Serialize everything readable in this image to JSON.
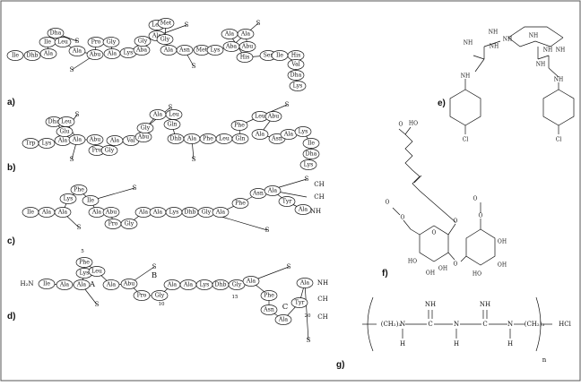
{
  "panels": {
    "a": {
      "label": "a)",
      "residues": [
        "Ile",
        "Dhb",
        "Ala",
        "Ile",
        "Dha",
        "Leu",
        "Ala",
        "Abu",
        "Pro",
        "Gly",
        "Ala",
        "Lys",
        "Aba",
        "Gly",
        "Ala",
        "Leu",
        "Met",
        "Gly",
        "Ala",
        "Asn",
        "Met",
        "Lys",
        "Aba",
        "Abu",
        "Ala",
        "Ala",
        "His",
        "Ser",
        "Ile",
        "His",
        "Val",
        "Dha",
        "Lys"
      ],
      "bridges": [
        "S",
        "S",
        "S",
        "S",
        "S"
      ]
    },
    "b": {
      "label": "b)",
      "residues": [
        "Trp",
        "Lys",
        "Ala",
        "Glu",
        "Dha",
        "Leu",
        "Ala",
        "Abu",
        "Pro",
        "Gly",
        "Ala",
        "Val",
        "Abu",
        "Gly",
        "Ala",
        "Leu",
        "Gln",
        "Dhb",
        "Ala",
        "Phe",
        "Leu",
        "Gln",
        "Phe",
        "Leu",
        "Abu",
        "Ala",
        "Asn",
        "Ala",
        "Lys",
        "Ile",
        "Dha",
        "Lys"
      ],
      "bridges": [
        "S",
        "S",
        "S",
        "S",
        "S"
      ]
    },
    "c": {
      "label": "c)",
      "residues": [
        "Ile",
        "Ala",
        "Ala",
        "Lys",
        "Phe",
        "Ile",
        "Ala",
        "Abu",
        "Pro",
        "Gly",
        "Ala",
        "Ala",
        "Lys",
        "Dhb",
        "Gly",
        "Ala",
        "Phe",
        "Asn",
        "Ala",
        "Tyr",
        "Ala"
      ],
      "bridges": [
        "S",
        "S",
        "S",
        "S",
        "S"
      ],
      "groups": [
        "CH",
        "CH",
        "NH"
      ]
    },
    "d": {
      "label": "d)",
      "terminal": "H₂N",
      "residues": [
        "Ile",
        "Ala",
        "Ala",
        "Lys",
        "Phe",
        "Leu",
        "Ala",
        "Abu",
        "Pro",
        "Gly",
        "Ala",
        "Ala",
        "Lys",
        "Dhb",
        "Gly",
        "Ala",
        "Phe",
        "Asn",
        "Ala",
        "Tyr",
        "Ala"
      ],
      "rings": [
        "A",
        "B",
        "C"
      ],
      "numbers": [
        "5",
        "10",
        "15",
        "20"
      ],
      "bridges": [
        "S",
        "S",
        "S",
        "S"
      ],
      "groups": [
        "NH",
        "CH",
        "CH"
      ]
    },
    "e": {
      "label": "e)",
      "atoms": [
        "NH",
        "NH",
        "NH",
        "NH",
        "NH",
        "NH",
        "NH",
        "NH",
        "NH",
        "NH",
        "Cl",
        "Cl"
      ]
    },
    "f": {
      "label": "f)",
      "atoms": [
        "O",
        "HO",
        "O",
        "O",
        "O",
        "O",
        "OH",
        "OH",
        "HO",
        "HO",
        "OH",
        "OH",
        "O",
        "O",
        "O"
      ]
    },
    "g": {
      "label": "g)",
      "left_chain": "(CH₂)₃",
      "right_chain": "(CH₂)₃",
      "atoms": [
        "N",
        "C",
        "N",
        "C",
        "N",
        "NH",
        "NH",
        "H",
        "H",
        "H"
      ],
      "salt": "HCl",
      "repeat": "n"
    }
  }
}
